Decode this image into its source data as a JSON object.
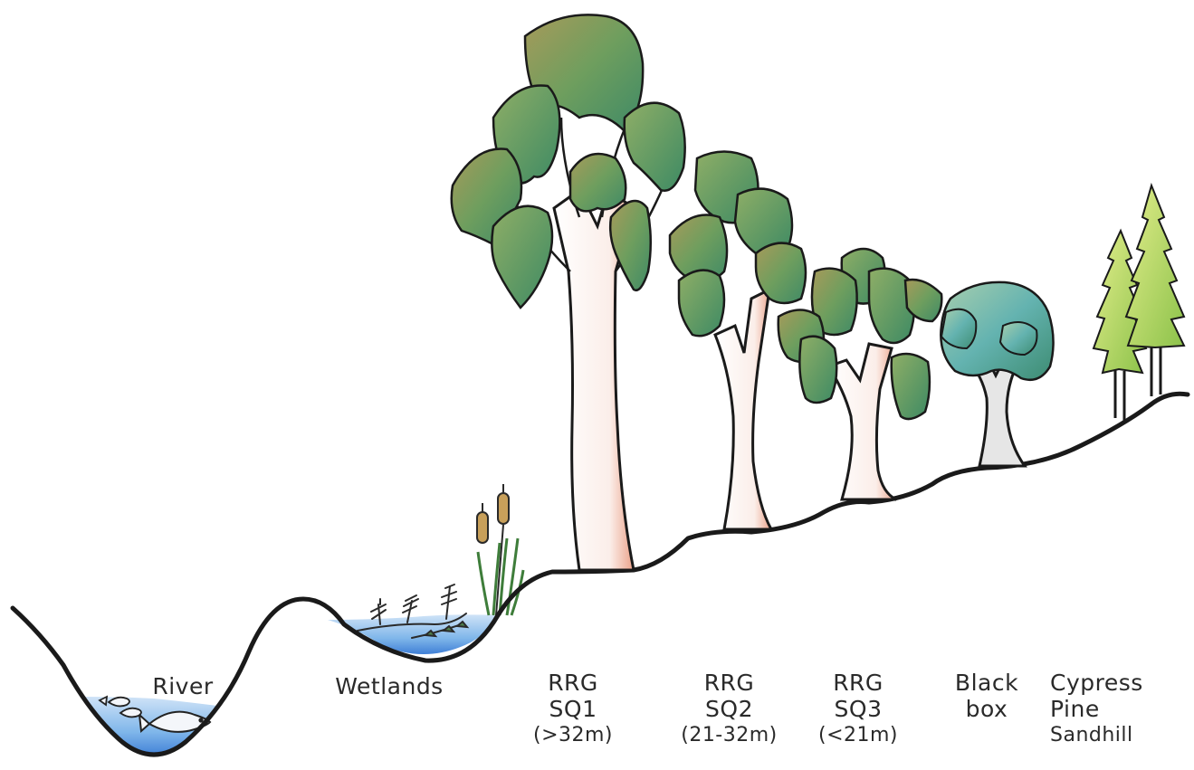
{
  "labels": {
    "river": "River",
    "wetlands": "Wetlands",
    "sq1": {
      "line1": "RRG",
      "line2": "SQ1",
      "line3": "(>32m)"
    },
    "sq2": {
      "line1": "RRG",
      "line2": "SQ2",
      "line3": "(21-32m)"
    },
    "sq3": {
      "line1": "RRG",
      "line2": "SQ3",
      "line3": "(<21m)"
    },
    "blackbox": {
      "line1": "Black",
      "line2": "box"
    },
    "cypress": {
      "line1": "Cypress",
      "line2": "Pine",
      "line3": "Sandhill"
    }
  },
  "colors": {
    "ground_line": "#1a1a1a",
    "water": "#7fb6ea",
    "water_deep": "#3f7fd6",
    "foliage_green": "#5f9a6a",
    "foliage_olive": "#8f9a5a",
    "blackbox_foliage": "#5fa596",
    "cypress_foliage": "#b9d65a",
    "bark_pink": "#e9a48c"
  }
}
